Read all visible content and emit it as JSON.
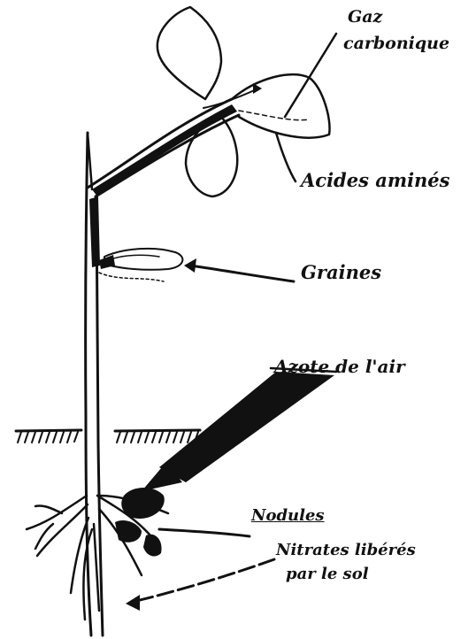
{
  "labels": {
    "gaz_line1": "Gaz",
    "gaz_line2": "carbonique",
    "acides": "Acides aminés",
    "graines": "Graines",
    "azote": "Azote de l'air",
    "nodules": "Nodules",
    "nitrates_line1": "Nitrates libérés",
    "nitrates_line2": "par le sol"
  },
  "colors": {
    "ink": "#111111",
    "paper": "#ffffff"
  }
}
